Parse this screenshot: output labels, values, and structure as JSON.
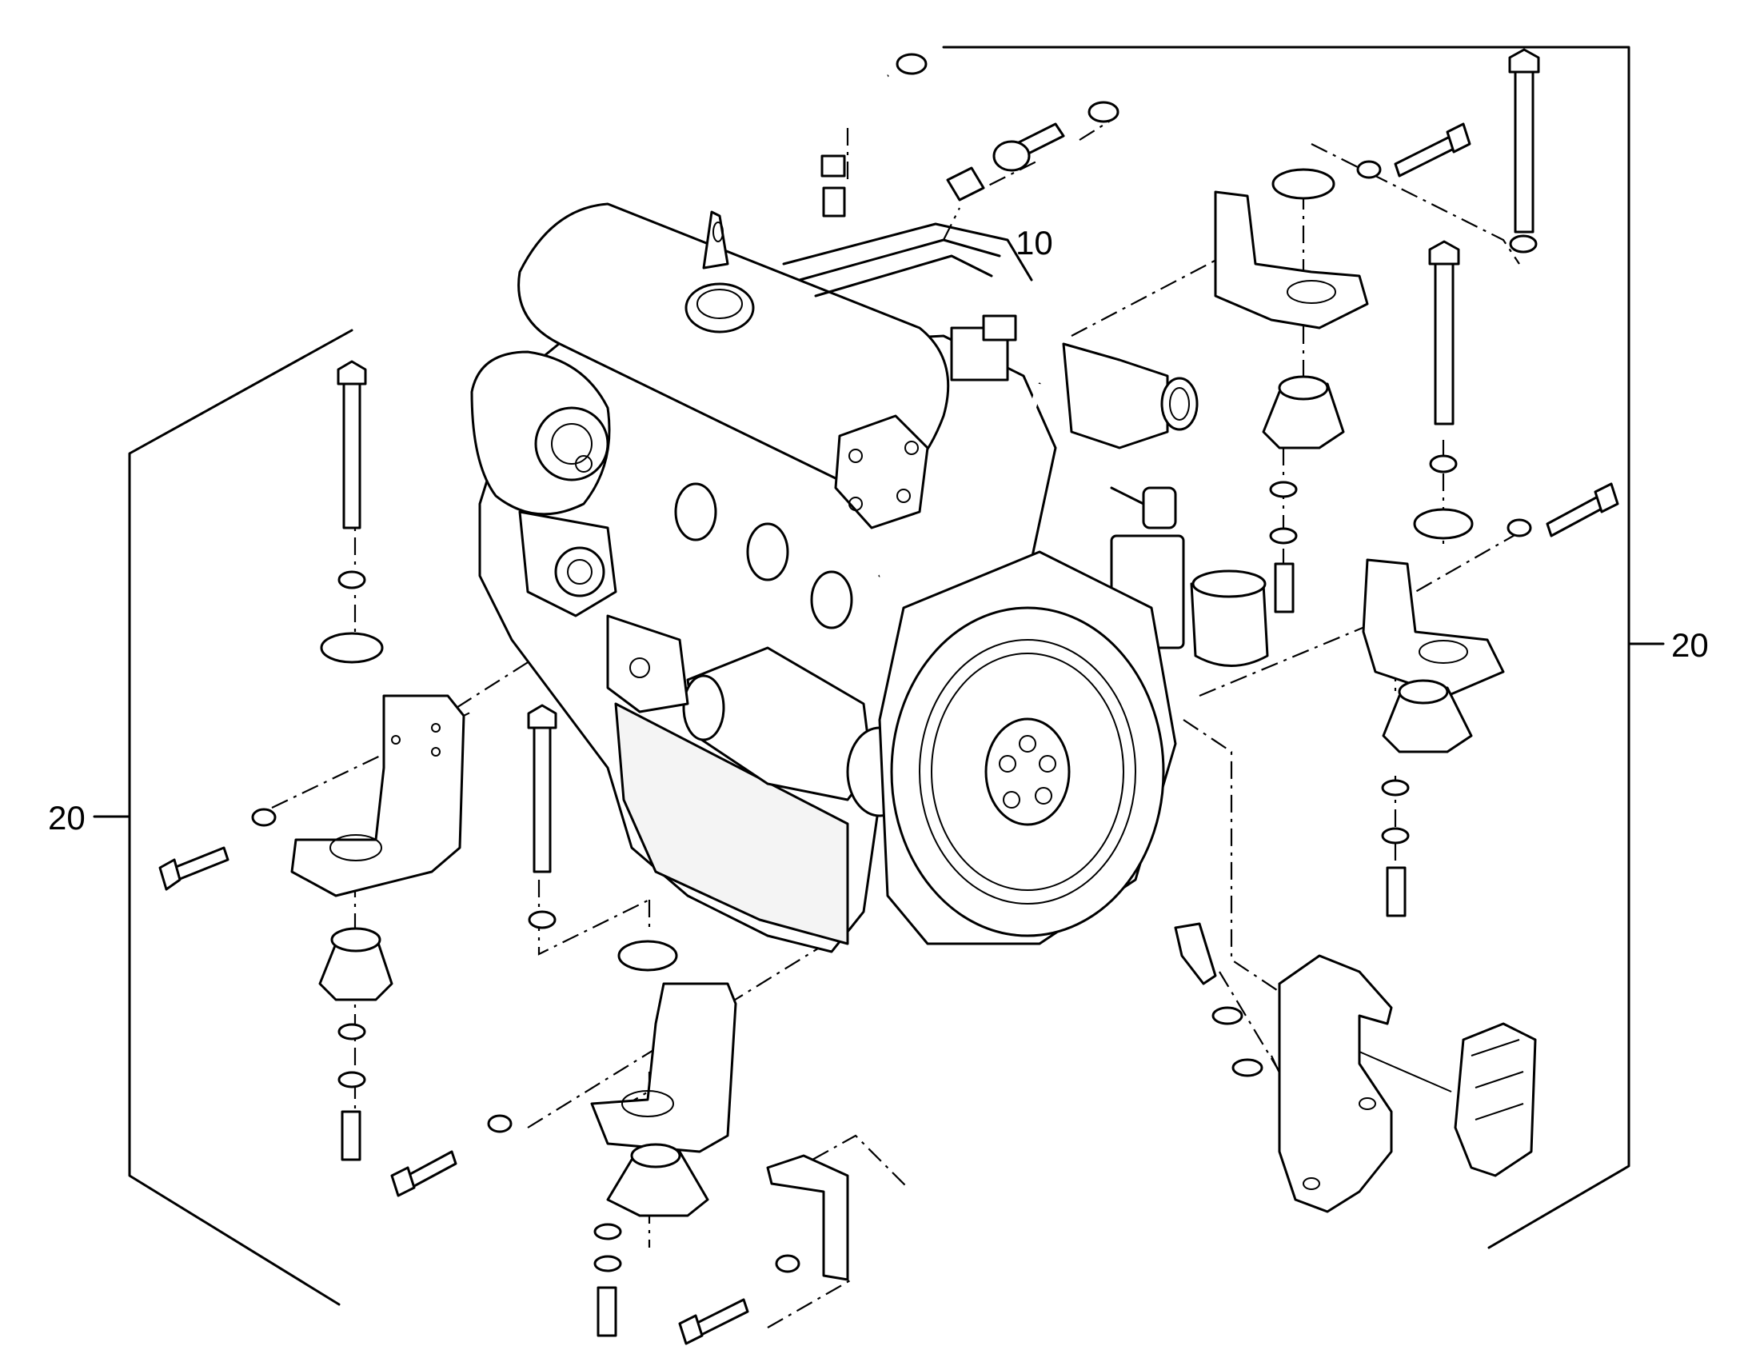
{
  "callouts": {
    "engine": "10",
    "mount_group_left": "20",
    "mount_group_right": "20"
  }
}
